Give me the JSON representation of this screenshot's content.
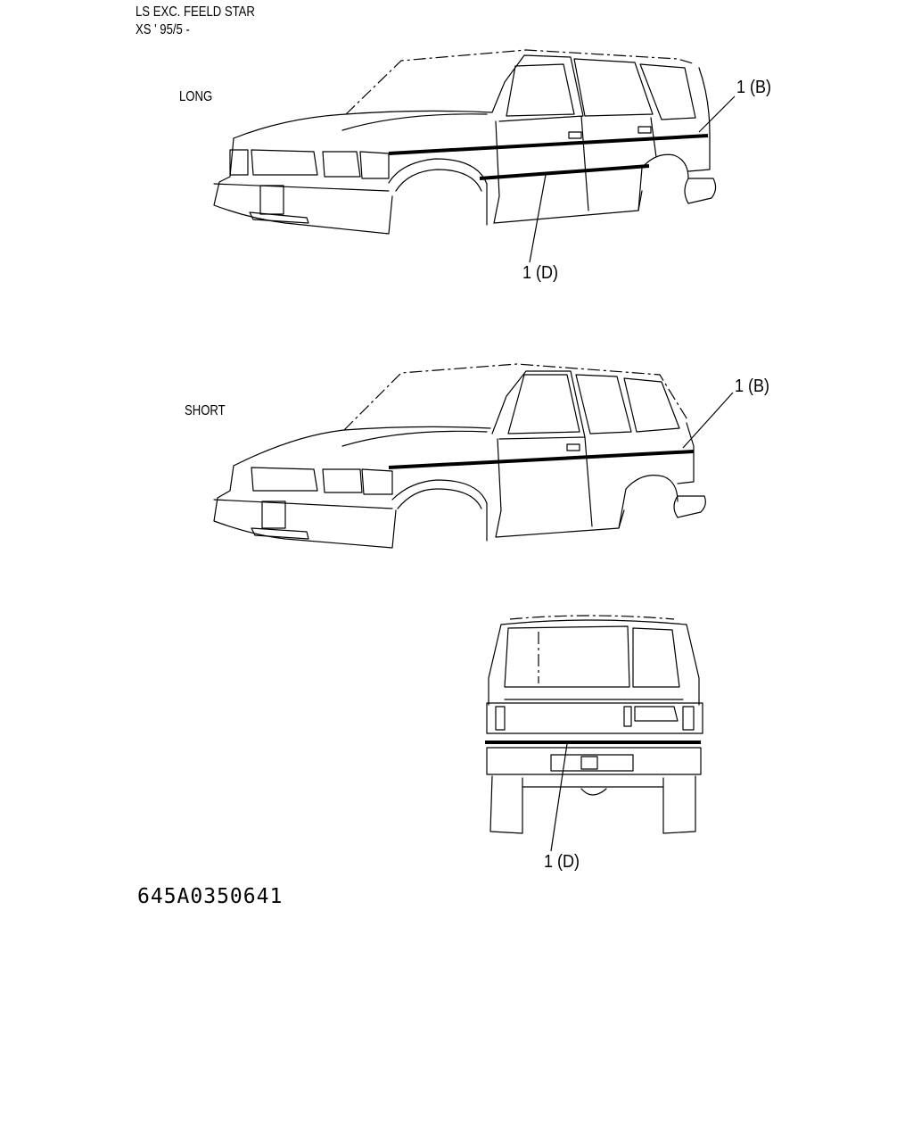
{
  "header": {
    "line1": "LS EXC. FEELD STAR",
    "line2": "XS ' 95/5 -"
  },
  "views": {
    "long": {
      "label": "LONG",
      "callout_upper": "1 (B)",
      "callout_lower": "1 (D)"
    },
    "short": {
      "label": "SHORT",
      "callout_upper": "1 (B)"
    },
    "rear": {
      "callout": "1 (D)"
    }
  },
  "part_number": "645A0350641"
}
